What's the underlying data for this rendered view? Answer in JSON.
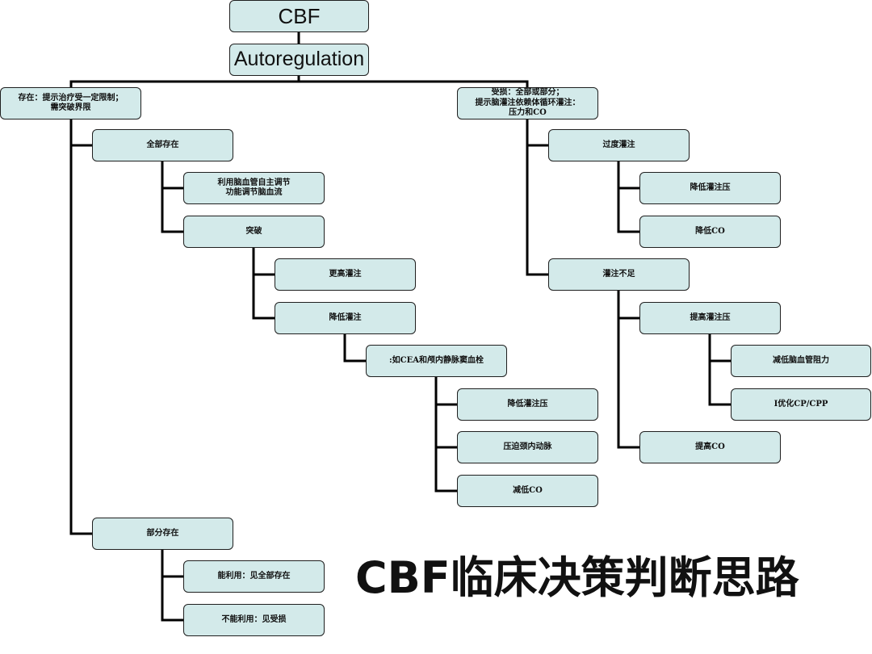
{
  "title": "CBF临床决策判断思路",
  "nodes": {
    "cbf": "CBF",
    "autoregulation": "Autoregulation",
    "exist": "存在：提示治疗受一定限制；\n需突破界限",
    "damaged": "受损：全部或部分；\n提示脑灌注依赖体循环灌注：\n压力和CO",
    "all_exist": "全部存在",
    "use_autoreg": "利用脑血管自主调节\n功能调节脑血流",
    "breakthrough": "突破",
    "higher_perfusion": "更高灌注",
    "lower_perfusion": "降低灌注",
    "cea_sinus": ":如CEA和颅内静脉窦血栓",
    "lower_perfusion_pressure_a": "降低灌注压",
    "compress_carotid": "压迫颈内动脉",
    "reduce_co_a": "减低CO",
    "partial_exist": "部分存在",
    "can_use": "能利用：见全部存在",
    "cannot_use": "不能利用：见受损",
    "over_perfusion": "过度灌注",
    "lower_perfusion_pressure_b": "降低灌注压",
    "lower_co": "降低CO",
    "insufficient_perfusion": "灌注不足",
    "raise_perfusion_pressure": "提高灌注压",
    "reduce_cv_resistance": "减低脑血管阻力",
    "optimize_cp_cpp": "I优化CP/CPP",
    "raise_co": "提高CO"
  },
  "colors": {
    "node_fill": "#d3eaea",
    "node_border": "#1f1f1f",
    "connector": "#000000",
    "text": "#111111"
  }
}
